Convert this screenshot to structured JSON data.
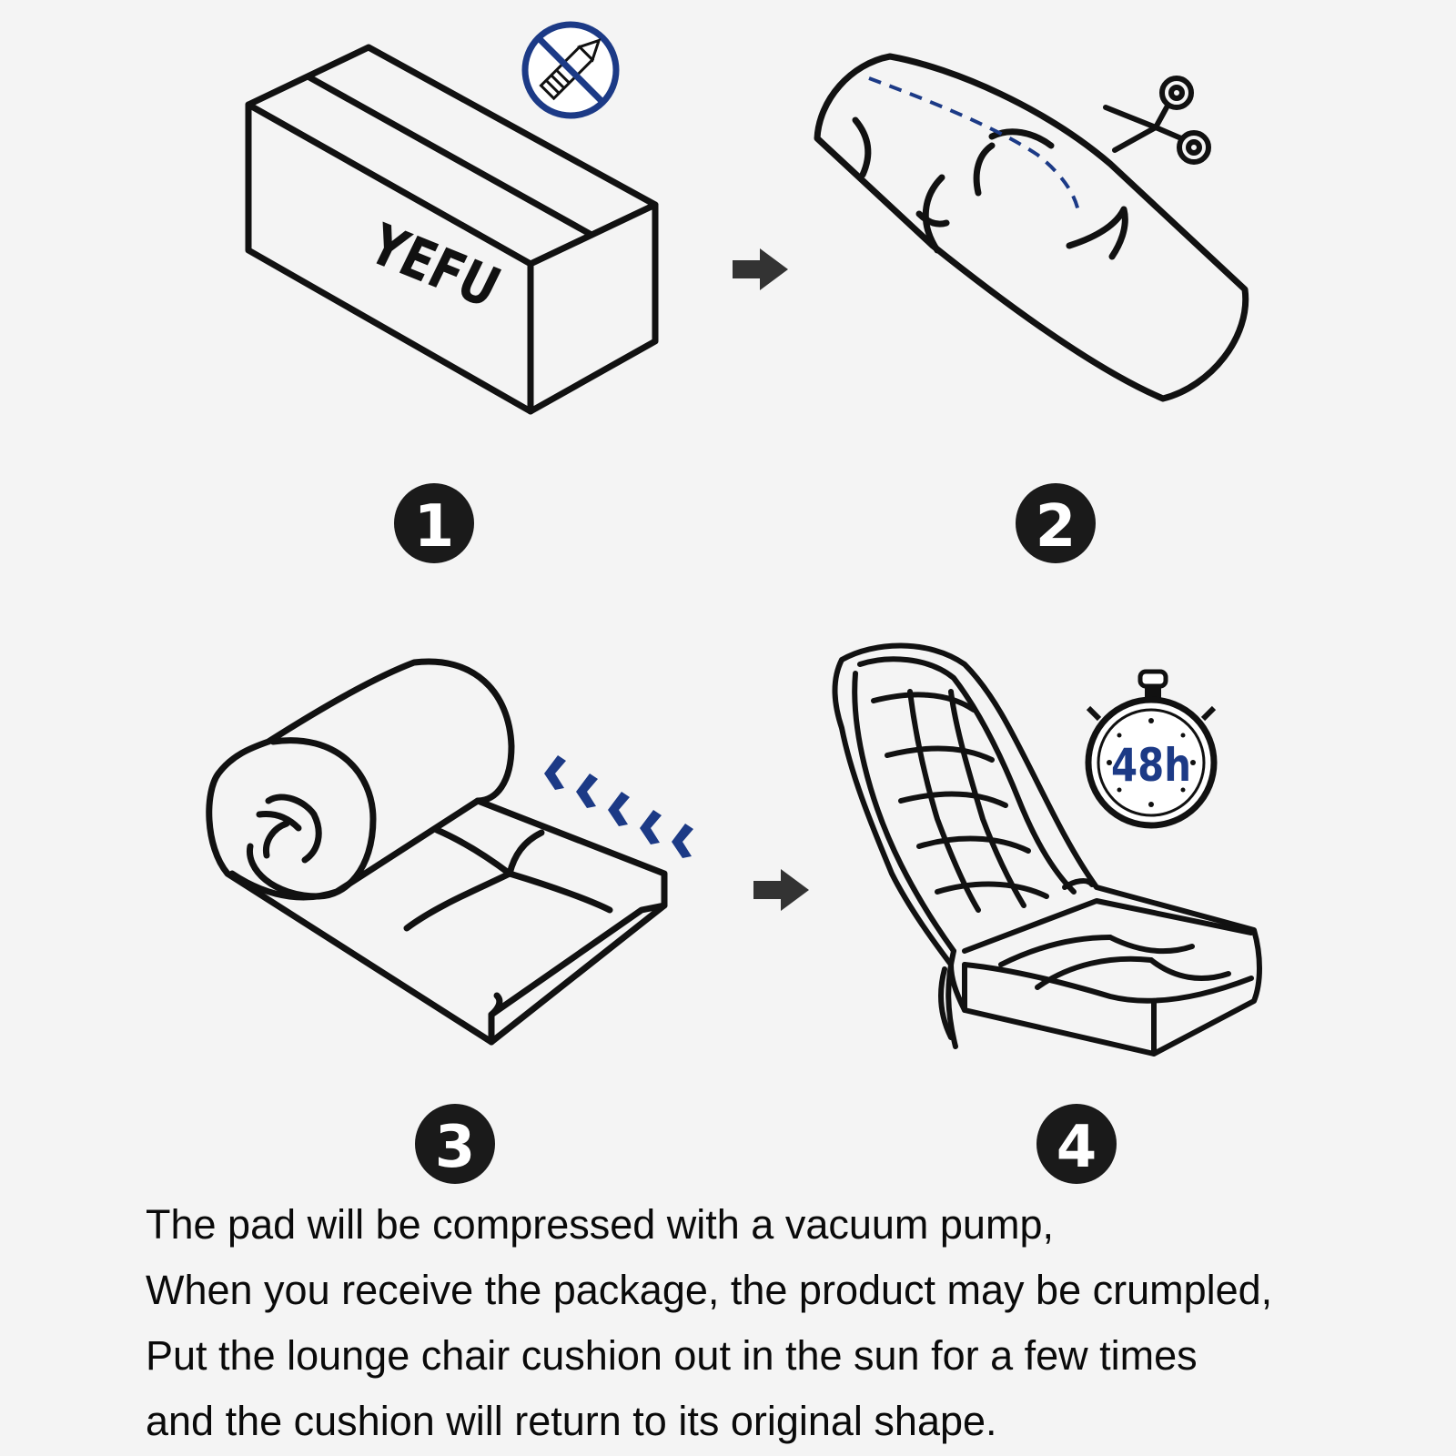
{
  "brand": {
    "box_logo": "YEFU"
  },
  "colors": {
    "background": "#f4f4f4",
    "ink": "#111111",
    "accent_blue": "#1c3a86",
    "badge_fill": "#1a1a1a",
    "badge_text": "#ffffff"
  },
  "steps": [
    {
      "number": "1",
      "icon": "no-knife-icon"
    },
    {
      "number": "2",
      "icon": "scissors-icon"
    },
    {
      "number": "3",
      "icon": "vacuum-chevrons-icon"
    },
    {
      "number": "4",
      "icon": "stopwatch-icon"
    }
  ],
  "timer": {
    "label": "48h"
  },
  "caption": {
    "line1": "The pad will be compressed with a vacuum pump,",
    "line2": "When you receive the package, the product may be crumpled,",
    "line3": "Put the lounge chair cushion out in the sun for a few times",
    "line4": "and the cushion will return to its original shape."
  }
}
